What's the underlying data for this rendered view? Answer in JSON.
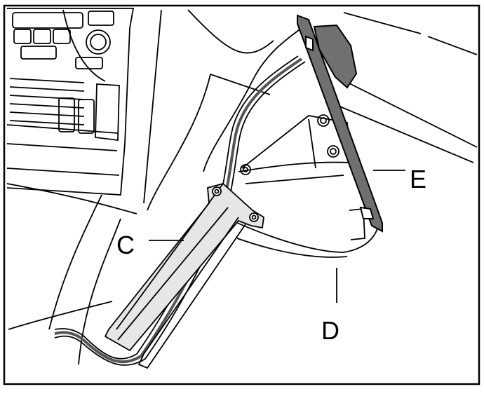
{
  "diagram": {
    "callouts": {
      "c": "C",
      "d": "D",
      "e": "E"
    },
    "colors": {
      "line": "#000000",
      "paper": "#ffffff",
      "gasket_fill": "#e6e6e6",
      "mirror_frame_fill": "#707070"
    }
  }
}
